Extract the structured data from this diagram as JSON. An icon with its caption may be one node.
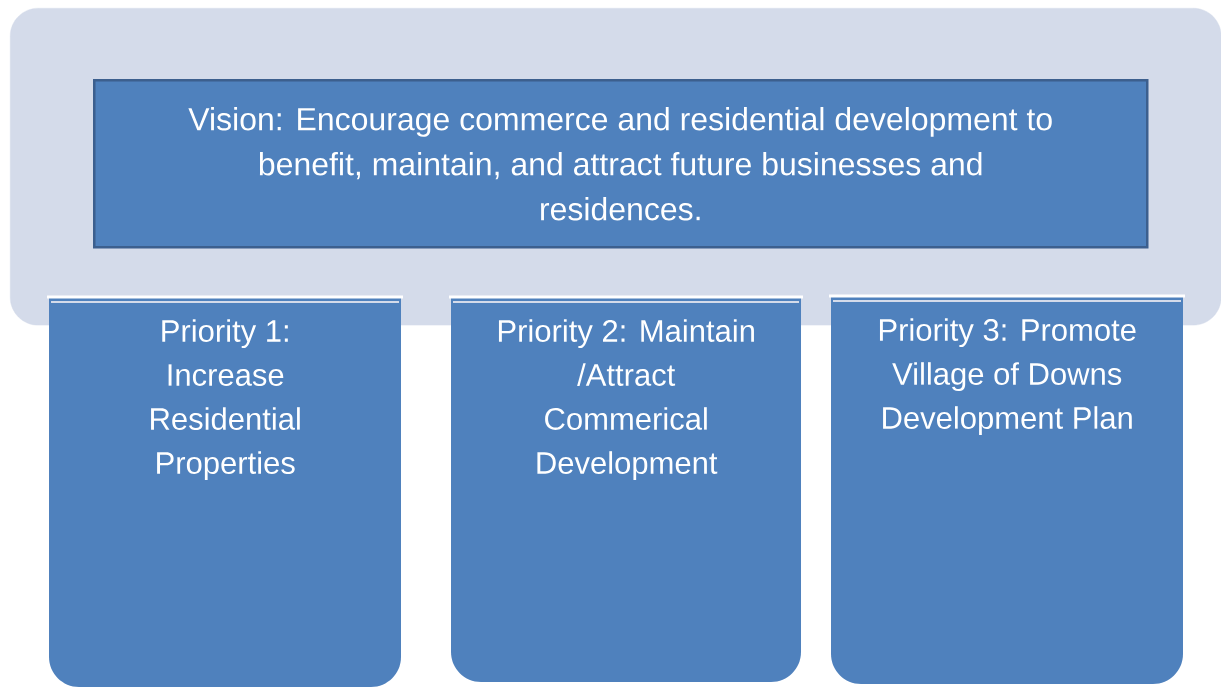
{
  "diagram": {
    "nodes": [
      {
        "text": [],
        "shape": "box"
      },
      {
        "text": [
          "Vision: Encourage commerce and residential development to benefit, maintain, and attract future businesses and residences."
        ],
        "in": 0
      },
      {
        "text": [
          "Priority 1: Increase Residential Properties"
        ]
      },
      {
        "text": [
          "Priority 2: Maintain /Attract Commerical Development"
        ]
      },
      {
        "text": [
          "Priority 3: Promote Village of Downs Development Plan"
        ]
      }
    ]
  }
}
